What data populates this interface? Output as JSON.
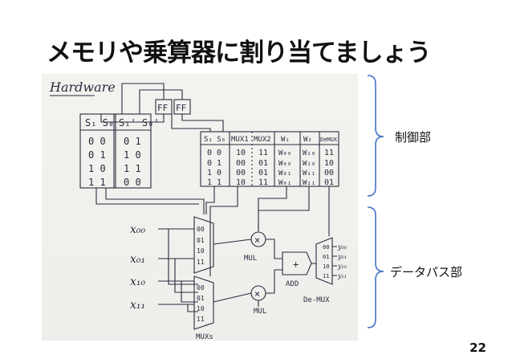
{
  "slide": {
    "title": "メモリや乗算器に割り当てましょう",
    "page_number": "22"
  },
  "annotations": {
    "control_label": "制御部",
    "datapath_label": "データパス部"
  },
  "colors": {
    "brace": "#4472c4",
    "ink": "#2a2a40",
    "paper": "#f1f0ec"
  },
  "sketch": {
    "heading": "Hardware",
    "ff_labels": [
      "FF",
      "FF"
    ],
    "state_table": {
      "headers": [
        "S₁ S₀",
        "S₁' S₀'"
      ],
      "rows": [
        [
          "0 0",
          "0 1"
        ],
        [
          "0 1",
          "1 0"
        ],
        [
          "1 0",
          "1 1"
        ],
        [
          "1 1",
          "0 0"
        ]
      ]
    },
    "control_table": {
      "headers": [
        "S₁ S₀",
        "MUX1",
        "MUX2",
        "W₁",
        "W₂",
        "DeMUX"
      ],
      "rows": [
        [
          "0 0",
          "10",
          "11",
          "W₀₀",
          "W₁₀",
          "11"
        ],
        [
          "0 1",
          "00",
          "01",
          "W₀₀",
          "W₁₀",
          "10"
        ],
        [
          "1 0",
          "00",
          "01",
          "W₀₁",
          "W₁₁",
          "00"
        ],
        [
          "1 1",
          "10",
          "11",
          "W₀₁",
          "W₁₁",
          "01"
        ]
      ]
    },
    "inputs": [
      "x₀₀",
      "x₀₁",
      "x₁₀",
      "x₁₁"
    ],
    "mux_ports": [
      "00",
      "01",
      "10",
      "11"
    ],
    "mux_label": "MUXs",
    "mul_labels": [
      "MUL",
      "MUL"
    ],
    "add_label": "ADD",
    "demux_label": "De-MUX",
    "outputs": [
      "y₀₀",
      "y₀₁",
      "y₁₀",
      "y₁₁"
    ],
    "plus_symbol": "+",
    "times_symbol": "×"
  }
}
